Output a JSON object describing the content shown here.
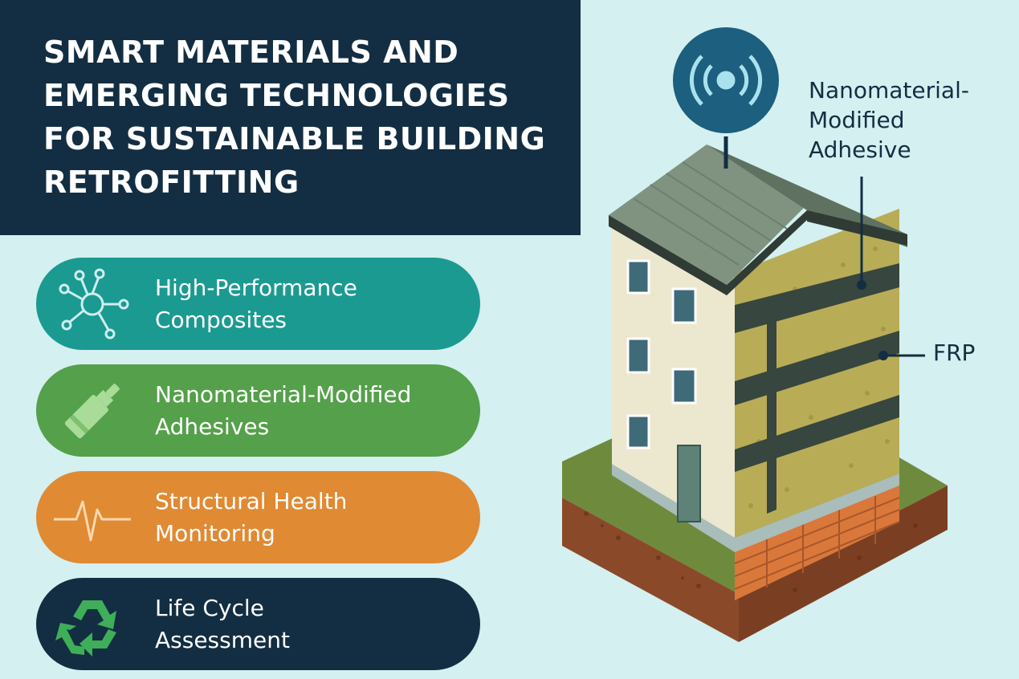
{
  "title": "SMART MATERIALS AND EMERGING TECHNOLOGIES FOR SUSTAINABLE BUILDING RETROFITTING",
  "items": [
    {
      "label_line1": "High-Performance",
      "label_line2": "Composites",
      "icon": "network-icon",
      "color": "#1b9a92"
    },
    {
      "label_line1": "Nanomaterial-Modified",
      "label_line2": "Adhesives",
      "icon": "adhesive-tube-icon",
      "color": "#55a04a"
    },
    {
      "label_line1": "Structural Health",
      "label_line2": "Monitoring",
      "icon": "heartbeat-icon",
      "color": "#e08a33"
    },
    {
      "label_line1": "Life Cycle",
      "label_line2": "Assessment",
      "icon": "recycle-icon",
      "color": "#132e42"
    }
  ],
  "callouts": {
    "adhesive_line1": "Nanomaterial-",
    "adhesive_line2": "Modified",
    "adhesive_line3": "Adhesive",
    "frp": "FRP"
  },
  "colors": {
    "title_bg": "#132e42",
    "page_bg": "#d4f0f0",
    "sensor": "#1c5f7e",
    "wall": "#b8ad56",
    "band": "#37463e"
  }
}
